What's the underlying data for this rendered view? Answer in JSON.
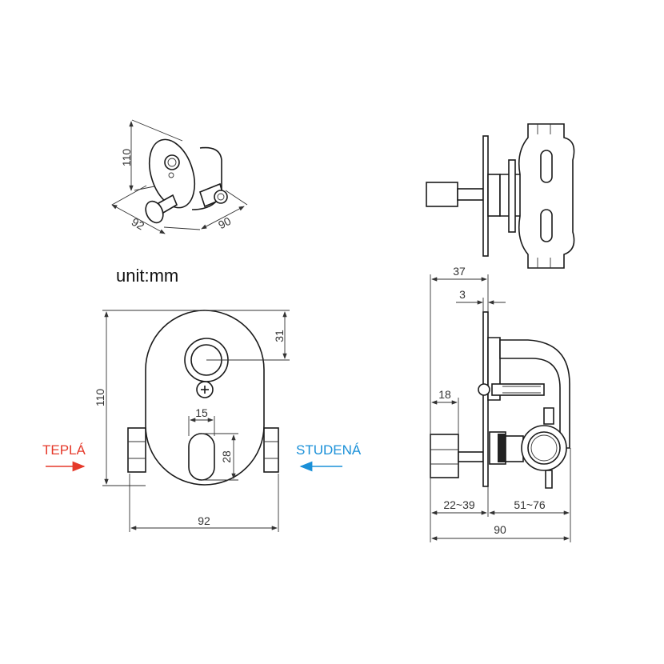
{
  "unit_label": "unit:mm",
  "isometric_view": {
    "height": "110",
    "width": "92",
    "depth": "90"
  },
  "front_view": {
    "height": "110",
    "center_offset": "31",
    "slot_width": "15",
    "slot_height": "28",
    "width": "92"
  },
  "side_view": {
    "total_depth": "37",
    "plate": "3",
    "handle": "18",
    "handle_range": "22~39",
    "body_range": "51~76",
    "overall": "90"
  },
  "inlets": {
    "hot": {
      "label": "TEPLÁ",
      "color": "#e5392a"
    },
    "cold": {
      "label": "STUDENÁ",
      "color": "#1a90d8"
    }
  }
}
